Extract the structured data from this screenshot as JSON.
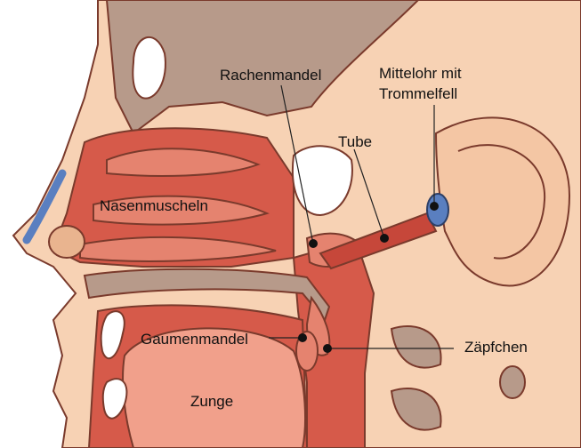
{
  "labels": {
    "rachenmandel": "Rachenmandel",
    "mittelohr_line1": "Mittelohr mit",
    "mittelohr_line2": "Trommelfell",
    "tube": "Tube",
    "nasenmuscheln": "Nasenmuscheln",
    "gaumenmandel": "Gaumenmandel",
    "zaepfchen": "Zäpfchen",
    "zunge": "Zunge"
  },
  "colors": {
    "skin": "#f7d2b4",
    "skin_dark": "#e9b48f",
    "bone": "#b79a8a",
    "cavity": "#d65a4a",
    "muscle": "#e5836f",
    "tongue": "#f1a08b",
    "outline": "#7a3a2c",
    "nose_blue": "#5a7fc0"
  }
}
